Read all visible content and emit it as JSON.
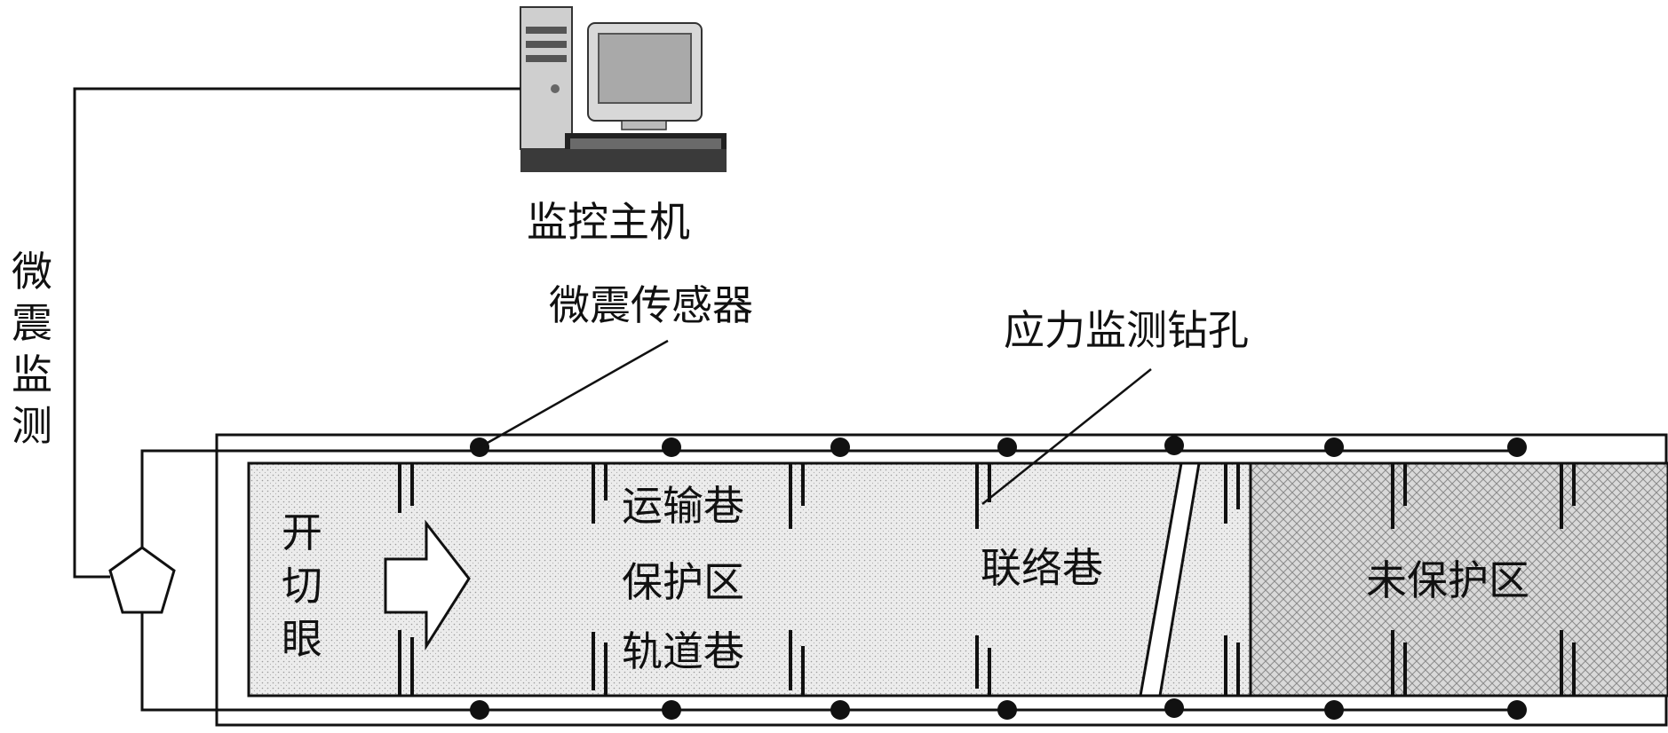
{
  "labels": {
    "host": "监控主机",
    "microseismic_monitoring": "微震监测",
    "microseismic_sensor": "微震传感器",
    "stress_borehole": "应力监测钻孔",
    "haulage_roadway": "运输巷",
    "protected_zone": "保护区",
    "track_roadway": "轨道巷",
    "open_cut": "开切眼",
    "connection_roadway": "联络巷",
    "unprotected_zone": "未保护区"
  },
  "colors": {
    "line": "#111111",
    "protected_fill": "#e6e6e6",
    "unprotected_fill": "#cfcfcf"
  },
  "icons": {
    "host": "desktop-computer-icon",
    "hub": "pentagon-node-icon",
    "sensor": "filled-dot",
    "advance": "right-arrow"
  }
}
